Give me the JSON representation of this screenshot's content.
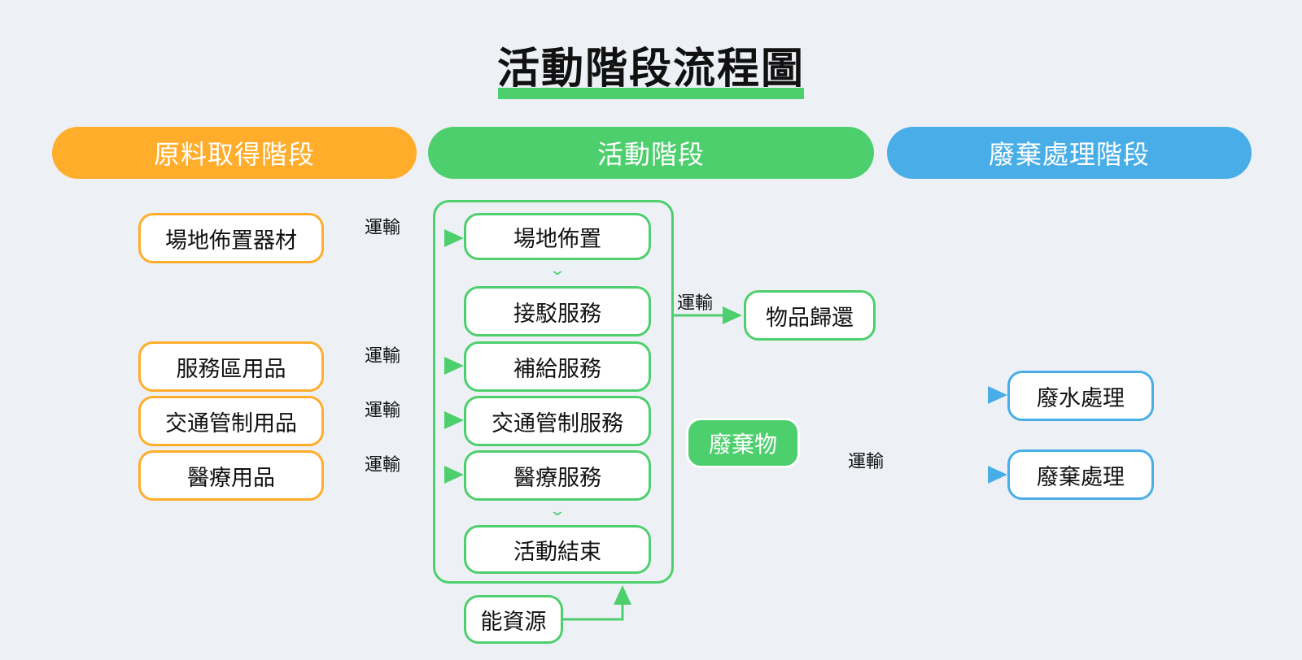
{
  "title": "活動階段流程圖",
  "colors": {
    "orange": "#ffad2b",
    "green": "#4ecf6e",
    "blue": "#49ade8",
    "background": "#edf1f5"
  },
  "phases": [
    {
      "label": "原料取得階段",
      "color": "#ffad2b"
    },
    {
      "label": "活動階段",
      "color": "#4ecf6e"
    },
    {
      "label": "廢棄處理階段",
      "color": "#49ade8"
    }
  ],
  "materials": [
    "場地佈置器材",
    "服務區用品",
    "交通管制用品",
    "醫療用品"
  ],
  "activities": [
    "場地佈置",
    "接駁服務",
    "補給服務",
    "交通管制服務",
    "醫療服務",
    "活動結束"
  ],
  "energy": "能資源",
  "return_node": "物品歸還",
  "waste_badge": "廢棄物",
  "disposal": [
    "廢水處理",
    "廢棄處理"
  ],
  "edge_label": "運輸",
  "edges": [
    {
      "from": "場地佈置器材",
      "to": "場地佈置",
      "label": "運輸"
    },
    {
      "from": "服務區用品",
      "to": "補給服務",
      "label": "運輸"
    },
    {
      "from": "交通管制用品",
      "to": "交通管制服務",
      "label": "運輸"
    },
    {
      "from": "醫療用品",
      "to": "醫療服務",
      "label": "運輸"
    },
    {
      "from": "活動階段",
      "to": "物品歸還",
      "label": "運輸"
    },
    {
      "from": "活動階段",
      "to": "廢水處理",
      "label": ""
    },
    {
      "from": "活動階段",
      "to": "廢棄處理",
      "label": "運輸"
    },
    {
      "from": "能資源",
      "to": "活動階段",
      "label": ""
    }
  ]
}
